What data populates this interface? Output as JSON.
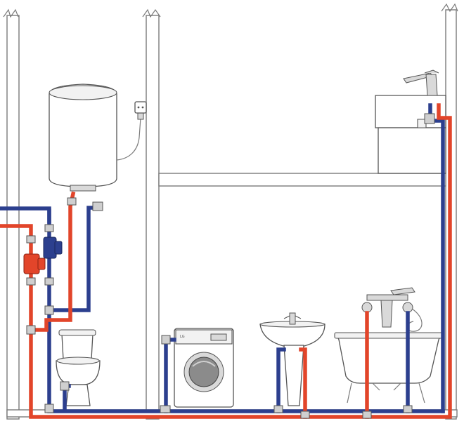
{
  "diagram": {
    "subject": "",
    "pipe_colors": {
      "hot": "#e2452a",
      "cold": "#2c3f8e"
    },
    "fixtures": [
      "water-heater",
      "power-socket",
      "kitchen-sink-faucet",
      "toilet",
      "washing-machine",
      "pedestal-sink",
      "bathtub-with-shower-mixer"
    ],
    "washing_machine": {
      "brand_mark": "LG"
    }
  }
}
